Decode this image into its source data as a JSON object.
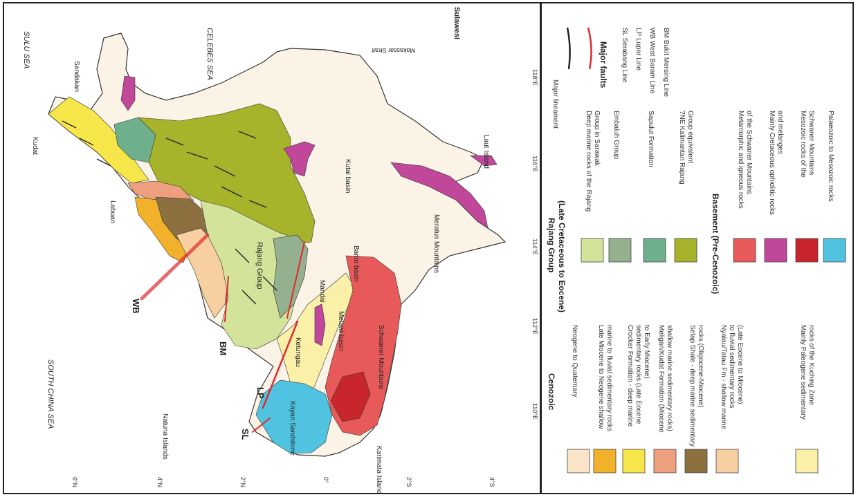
{
  "seas": {
    "sulu": "SULU SEA",
    "celebes": "CELEBES SEA",
    "south_china": "SOUTH CHINA SEA",
    "makassar": "Makassar Strait"
  },
  "places": {
    "sulawesi": "Sulawesi",
    "sandakan": "Sandakan",
    "kudat": "Kudat",
    "labuan": "Labuan",
    "natuna": "Natuna Islands",
    "karimata": "Karimata Island",
    "laut": "Laut Island",
    "kutai": "Kutai basin",
    "barito": "Barito basin",
    "meratus": "Meratus Mountains",
    "rajang": "Rajang Group",
    "mandai": "Mandai",
    "melawi": "Melawi basin",
    "ketungau": "Ketungau",
    "schwaner": "Schwaner Mountains",
    "kayan": "Kayan Sandstone"
  },
  "fault_labels": {
    "wb": "WB",
    "bm": "BM",
    "lp": "LP",
    "sl": "SL"
  },
  "lon_ticks": [
    "110°E",
    "112°E",
    "114°E",
    "116°E",
    "118°E"
  ],
  "lat_ticks": [
    "6°N",
    "4°N",
    "2°N",
    "0°",
    "2°S",
    "4°S"
  ],
  "legend": {
    "cenozoic_title": "Cenozoic",
    "cenozoic_items": [
      {
        "color": "#fbe5c8",
        "text": [
          "Neogene to Quaternary"
        ]
      },
      {
        "color": "#f2b12a",
        "text": [
          "Late Miocene to Neogene shallow",
          "marine to fluvial sedimentary rocks"
        ]
      },
      {
        "color": "#f7e64a",
        "text": [
          "Crocker Formation - deep marine",
          "sedimentary rocks (Late Eocene",
          "to Early Miocene)"
        ]
      },
      {
        "color": "#eea07e",
        "text": [
          "Meligan/Kudat Formation (Miocene",
          "shallow marine sedimentary rocks)"
        ]
      },
      {
        "color": "#8c7040",
        "text": [
          "Setap Shale - deep marine sedimentary",
          "rocks (Oligocene-Miocene)"
        ]
      },
      {
        "color": "#f7cfa0",
        "text": [
          "Nyalau/Tatau Fm - shallow marine",
          "to fluvial sedimentary rocks",
          "(Late Eocene to Miocene)"
        ]
      },
      {
        "color": "#faf0a8",
        "text": [
          "Mainly Paleogene sedimentary",
          "rocks of the Kuching Zone"
        ]
      }
    ],
    "rajang_title": "Rajang Group",
    "rajang_subtitle": "(Late Cretaceous to Eocene)",
    "rajang_items": [
      {
        "color": "#d3e39a",
        "text": [
          "Deep marine rocks of the Rajang",
          "Group in Sarawak"
        ]
      },
      {
        "color": "#95b08e",
        "text": [
          "Embaluh Group"
        ]
      },
      {
        "color": "#6fb08c",
        "text": [
          "Sapulut Formation"
        ]
      },
      {
        "color": "#a6b32b",
        "text": [
          "?NE Kalimantan Rajang",
          "Group equivalent"
        ]
      }
    ],
    "basement_title": "Basement (Pre-Cenozoic)",
    "basement_items": [
      {
        "color": "#e85a5a",
        "text": [
          "Metamorphic and igneous rocks",
          "of the Schwaner Mountains"
        ]
      },
      {
        "color": "#c0479a",
        "text": [
          "Mainly Cretaceous ophiolitic rocks",
          "and melanges"
        ]
      },
      {
        "color": "#c8262c",
        "text": [
          "Mesozoic rocks of the",
          "Schwaner Mountains"
        ]
      },
      {
        "color": "#4fc3e0",
        "text": [
          "Palaeozoic to Mesozoic rocks"
        ]
      }
    ],
    "lineament_label": "Major lineament",
    "faults_label": "Major faults",
    "fault_names": [
      "SL  Serabang Line",
      "LP  Lupar Line",
      "WB  West Baram Line",
      "BM  Bukit Mersing Line"
    ]
  },
  "colors": {
    "land": "#fbf4e6",
    "sea": "#ffffff",
    "fault": "#e0282e",
    "lineament": "#222222"
  }
}
